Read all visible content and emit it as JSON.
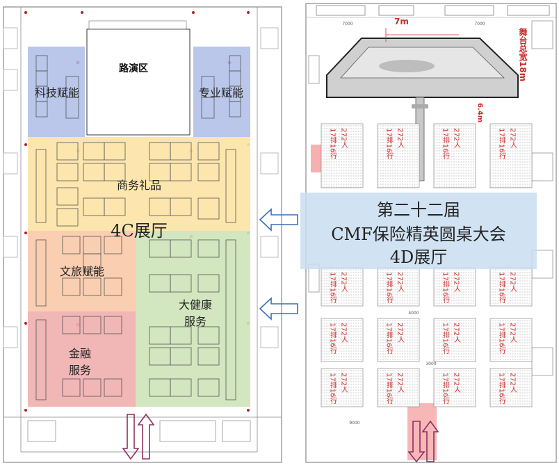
{
  "hall_4c": {
    "name": "4C展厅",
    "stage_label": "路演区",
    "zones": [
      {
        "key": "tech",
        "label": "科技赋能",
        "color": "#aebde8"
      },
      {
        "key": "pro",
        "label": "专业赋能",
        "color": "#aebde8"
      },
      {
        "key": "gift",
        "label": "商务礼品",
        "color": "#fde3a4"
      },
      {
        "key": "travel",
        "label": "文旅赋能",
        "color": "#f8c9a8"
      },
      {
        "key": "health",
        "label": "大健康服务",
        "color": "#cde3b8"
      },
      {
        "key": "finance",
        "label": "金融服务",
        "color": "#efaeae"
      }
    ]
  },
  "hall_4d": {
    "banner_line1": "第二十二届",
    "banner_line2": "CMF保险精英圆桌大会",
    "banner_line3": "4D展厅",
    "stage_width_label": "舞台总宽18m",
    "stage_depth_label": "7m",
    "runway_label": "6.4m",
    "row_label": "17排16行",
    "seat_label": "272人",
    "dimensions": [
      "7000",
      "7000",
      "4000",
      "3000",
      "9000"
    ]
  },
  "colors": {
    "arrow_blue": "#3d6db5",
    "arrow_purple": "#8e3060",
    "banner": "#c9ddf0",
    "red_text": "#cc2b2b",
    "entrance_pink": "#f07070"
  }
}
